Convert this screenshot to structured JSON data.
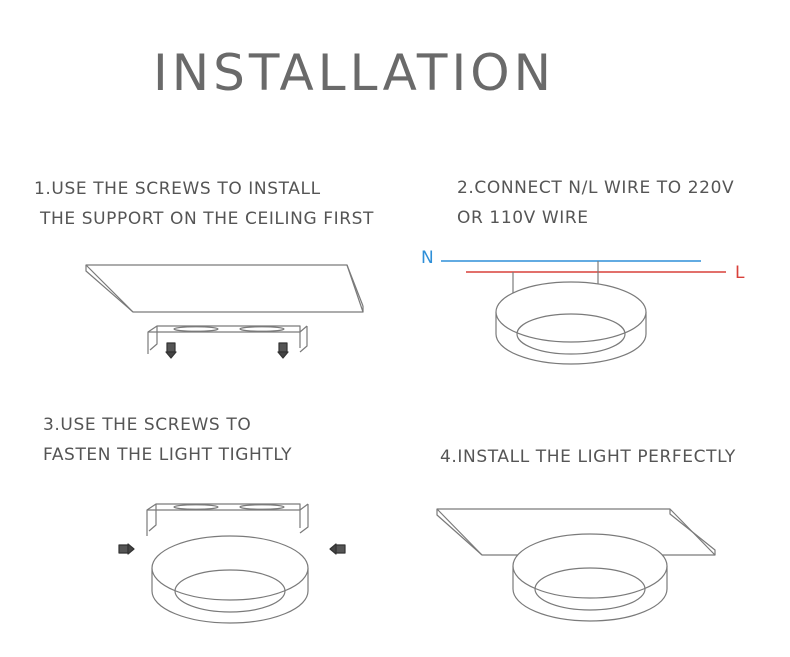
{
  "title": "INSTALLATION",
  "steps": [
    {
      "line1": "1.USE THE SCREWS TO INSTALL",
      "line2": " THE SUPPORT ON THE CEILING FIRST"
    },
    {
      "line1": "2.CONNECT N/L WIRE TO 220V",
      "line2": "OR 110V WIRE"
    },
    {
      "line1": "3.USE THE SCREWS TO",
      "line2": "FASTEN THE LIGHT TIGHTLY"
    },
    {
      "line1": "4.INSTALL THE LIGHT PERFECTLY"
    }
  ],
  "wires": {
    "neutral": {
      "label": "N",
      "color": "#2f8fd8"
    },
    "live": {
      "label": "L",
      "color": "#d9403a"
    }
  },
  "colors": {
    "stroke": "#7a7a7a",
    "text": "#555555"
  }
}
